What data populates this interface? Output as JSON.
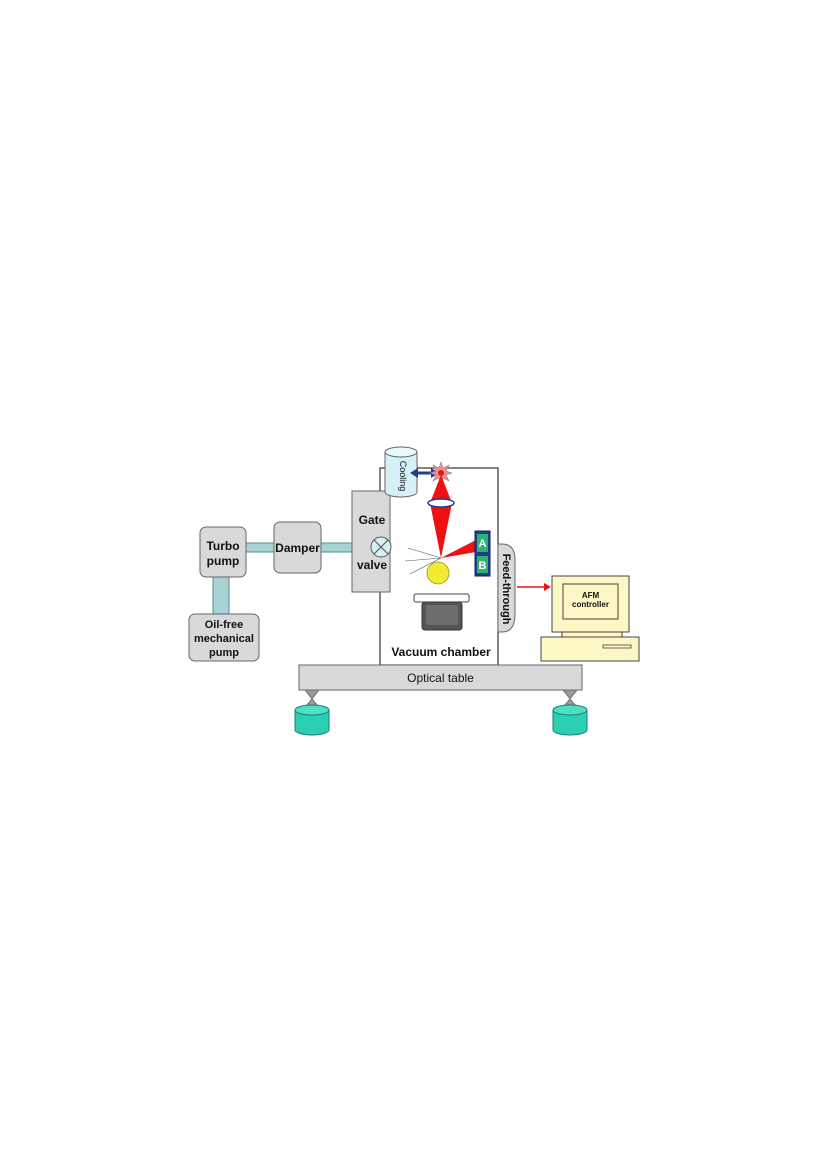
{
  "diagram": {
    "labels": {
      "cooling": "Cooling",
      "gate": "Gate",
      "valve": "valve",
      "turbo_1": "Turbo",
      "turbo_2": "pump",
      "damper": "Damper",
      "oil_1": "Oil-free",
      "oil_2": "mechanical",
      "oil_3": "pump",
      "photodiode_a": "A",
      "photodiode_b": "B",
      "feedthrough": "Feed-through",
      "afm_1": "AFM",
      "afm_2": "controller",
      "vacuum_chamber": "Vacuum chamber",
      "optical_table": "Optical table"
    },
    "colors": {
      "box_fill": "#d9d9d9",
      "pipe": "#a8d3d6",
      "laser": "#ee1111",
      "photodiode_bg": "#1d3f8c",
      "photodiode_cell": "#2db36b",
      "sample": "#f2ea33",
      "leg": "#2bcfb2",
      "monitor": "#fdf7c6",
      "cooling": "#d6f1f5"
    }
  }
}
